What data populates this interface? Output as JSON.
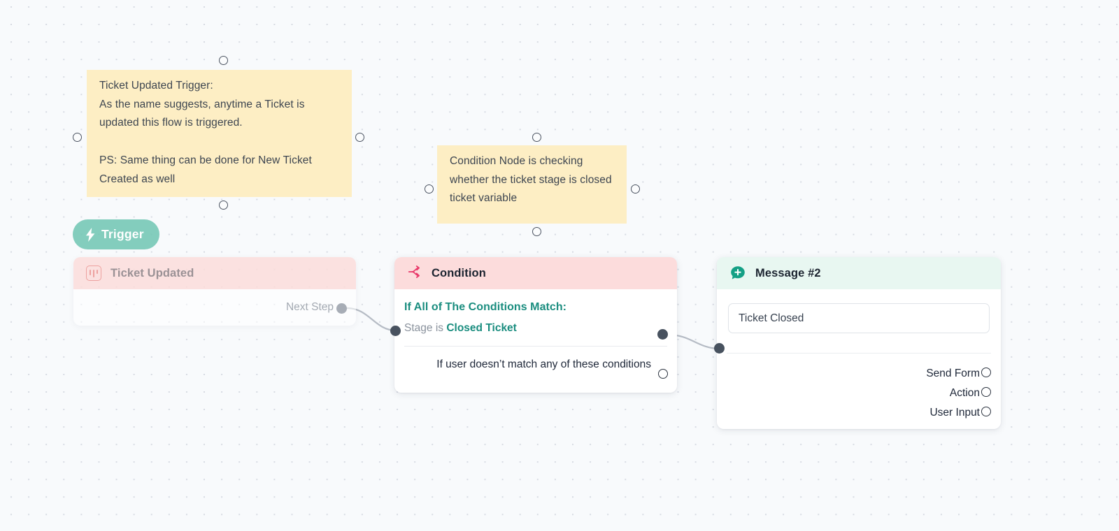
{
  "canvas": {
    "background": "#f8fafc",
    "grid_dot_color": "#d6dae2"
  },
  "notes": [
    {
      "name": "trigger-note",
      "color": "#fdeec4",
      "text": "Ticket Updated Trigger:\nAs the name suggests, anytime a Ticket is updated this flow is triggered.\n\nPS: Same thing can be done for New Ticket Created as well"
    },
    {
      "name": "condition-note",
      "color": "#fdeec4",
      "text": "Condition Node is checking whether the ticket stage is closed ticket variable"
    }
  ],
  "trigger_badge": {
    "label": "Trigger",
    "icon": "lightning-bolt-icon",
    "color": "#6ec4b2"
  },
  "nodes": {
    "ticket_updated": {
      "title": "Ticket Updated",
      "icon": "kanban-board-icon",
      "header_color": "#fad1cd",
      "next_step_label": "Next Step"
    },
    "condition": {
      "title": "Condition",
      "icon": "branch-split-icon",
      "header_color": "#fcdcdc",
      "accent_color": "#1a8d7f",
      "match_title": "If All of The Conditions Match:",
      "rule": {
        "field": "Stage",
        "operator": "is",
        "value": "Closed Ticket"
      },
      "else_label": "If user doesn’t match any of these conditions"
    },
    "message": {
      "title": "Message #2",
      "icon": "message-plus-icon",
      "header_color": "#e8f7f1",
      "accent_color": "#14a085",
      "input_value": "Ticket Closed",
      "options": [
        {
          "label": "Send Form",
          "name": "send-form"
        },
        {
          "label": "Action",
          "name": "action"
        },
        {
          "label": "User Input",
          "name": "user-input"
        }
      ]
    }
  }
}
